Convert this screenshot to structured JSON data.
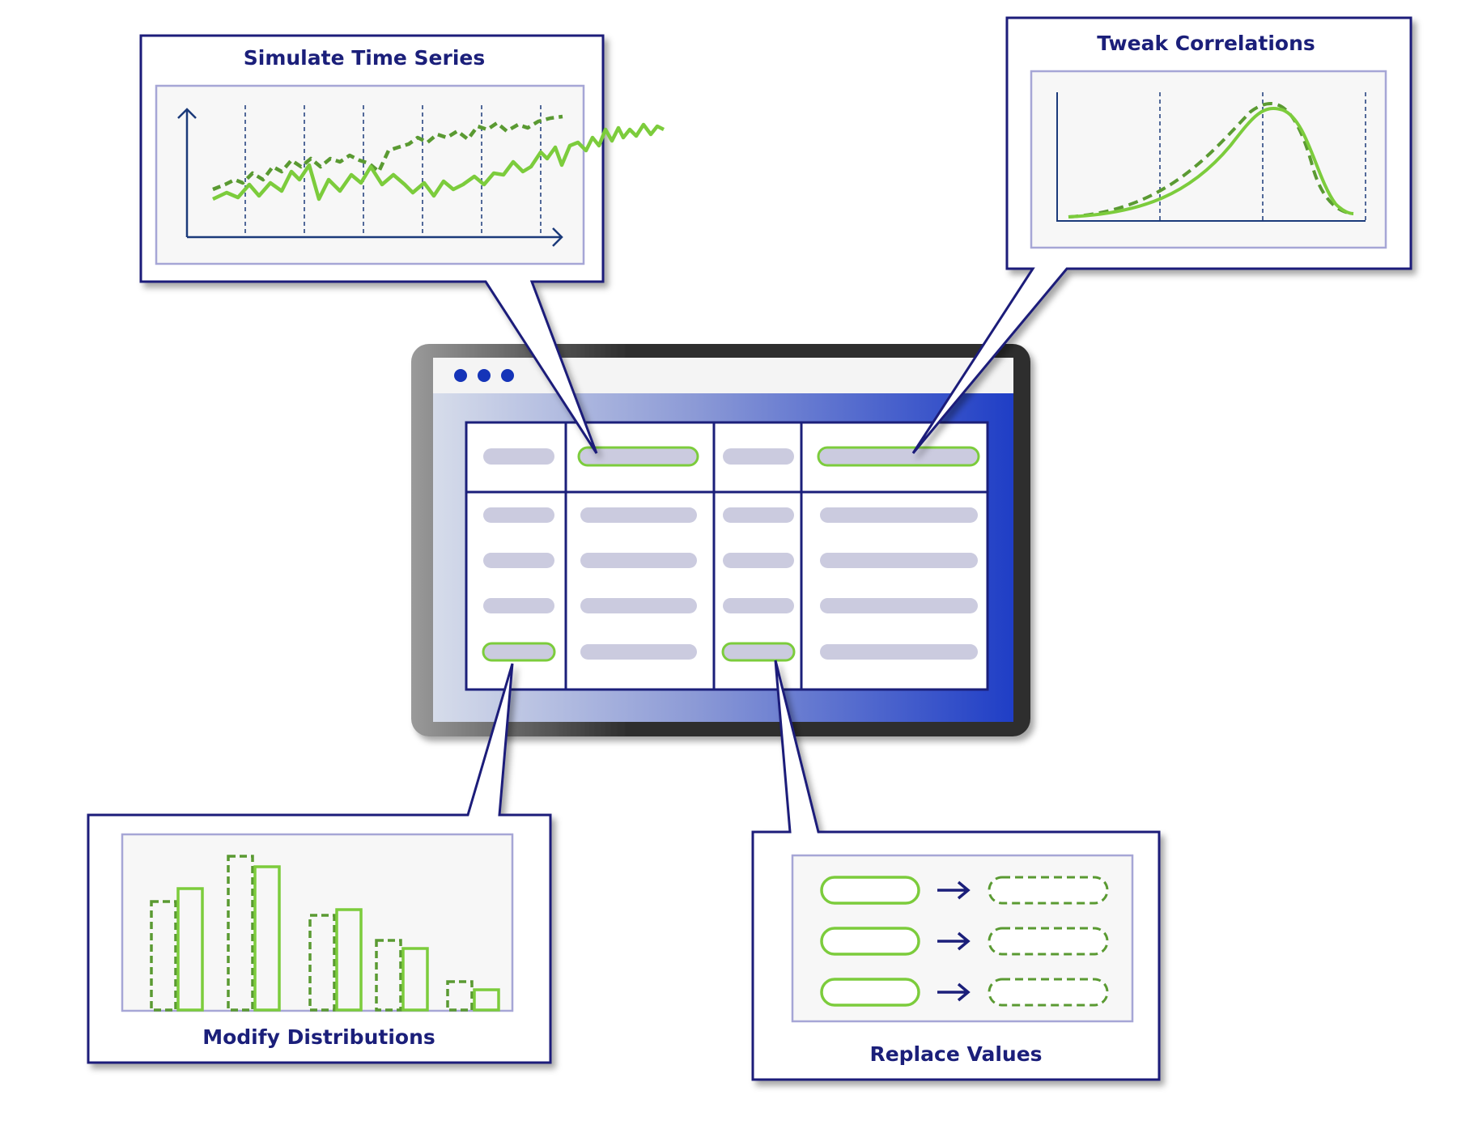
{
  "colors": {
    "navy": "#1b1f7a",
    "green_solid": "#7ccc3c",
    "green_dashed": "#5a9a32",
    "pill_gray": "#cbcbdf",
    "panel_bg": "#f7f7f7",
    "panel_border": "#a6a6d6"
  },
  "callouts": {
    "time_series": {
      "title": "Simulate Time Series"
    },
    "correlations": {
      "title": "Tweak Correlations"
    },
    "distributions": {
      "title": "Modify Distributions"
    },
    "replace": {
      "title": "Replace Values"
    }
  },
  "window": {
    "dots": [
      "dot",
      "dot",
      "dot"
    ],
    "table": {
      "columns": 4,
      "header_row": [
        "plain",
        "highlighted",
        "plain",
        "highlighted"
      ],
      "body_rows": [
        [
          "plain",
          "plain",
          "plain",
          "plain"
        ],
        [
          "plain",
          "plain",
          "plain",
          "plain"
        ],
        [
          "plain",
          "plain",
          "plain",
          "plain"
        ],
        [
          "highlighted",
          "plain",
          "highlighted",
          "plain"
        ]
      ]
    }
  },
  "icons": {
    "arrow": "right-arrow-icon",
    "dots": "window-dot-icon"
  }
}
